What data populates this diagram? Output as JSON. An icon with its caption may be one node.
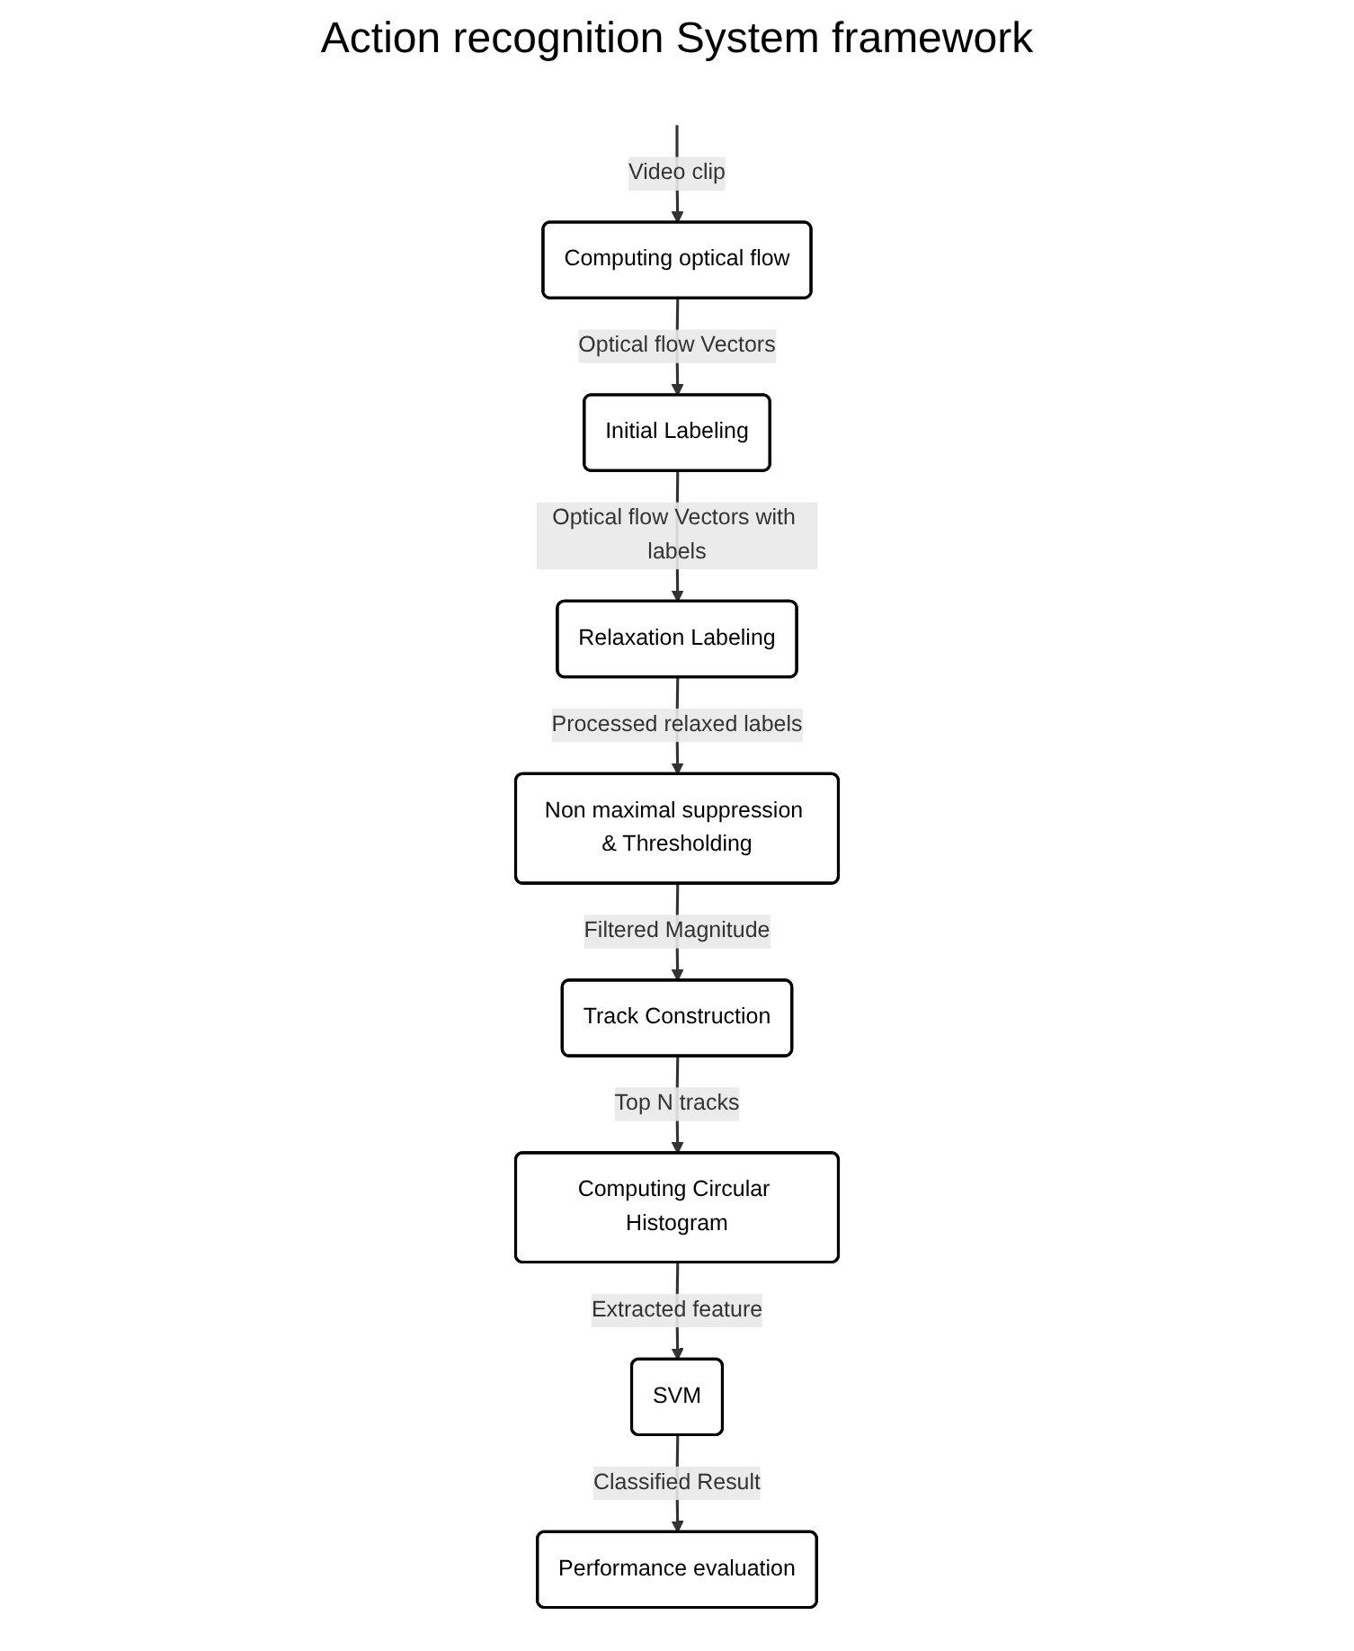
{
  "diagram": {
    "title": "Action recognition System framework",
    "nodes": [
      {
        "text": [
          "Computing optical flow"
        ]
      },
      {
        "text": [
          "Initial Labeling"
        ]
      },
      {
        "text": [
          "Relaxation Labeling"
        ]
      },
      {
        "text": [
          "Non maximal suppression & Thresholding"
        ]
      },
      {
        "text": [
          "Track Construction"
        ]
      },
      {
        "text": [
          "Computing Circular Histogram"
        ]
      },
      {
        "text": [
          "SVM"
        ]
      },
      {
        "text": [
          "Performance evaluation"
        ]
      }
    ],
    "edges": [
      {
        "from": null,
        "to": 0,
        "arrow": "to",
        "label": "Video clip"
      },
      {
        "from": 0,
        "to": 1,
        "arrow": "to",
        "label": "Optical flow Vectors"
      },
      {
        "from": 1,
        "to": 2,
        "arrow": "to",
        "label": "Optical flow Vectors with labels"
      },
      {
        "from": 2,
        "to": 3,
        "arrow": "to",
        "label": "Processed relaxed labels"
      },
      {
        "from": 3,
        "to": 4,
        "arrow": "to",
        "label": "Filtered Magnitude"
      },
      {
        "from": 4,
        "to": 5,
        "arrow": "to",
        "label": "Top N tracks"
      },
      {
        "from": 5,
        "to": 6,
        "arrow": "to",
        "label": "Extracted feature"
      },
      {
        "from": 6,
        "to": 7,
        "arrow": "to",
        "label": "Classified Result"
      }
    ]
  }
}
